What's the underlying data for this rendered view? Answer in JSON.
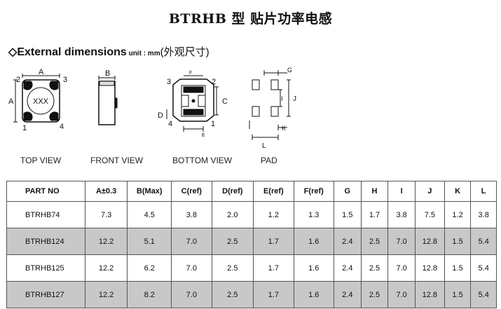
{
  "title": "BTRHB 型  贴片功率电感",
  "section": {
    "symbol": "◇",
    "heading": "External dimensions",
    "unit": " unit : mm",
    "cn": "(外观尺寸)"
  },
  "diagram_labels": {
    "top_a": "A",
    "top_2": "2",
    "top_3": "3",
    "top_1": "1",
    "top_4": "4",
    "top_a_side": "A",
    "top_marking": "XXX",
    "front_b": "B",
    "bottom_3": "3",
    "bottom_2": "2",
    "bottom_f": "F",
    "bottom_c": "C",
    "bottom_d": "D",
    "bottom_4": "4",
    "bottom_1": "1",
    "bottom_e": "E",
    "pad_g": "G",
    "pad_i": "I",
    "pad_j": "J",
    "pad_k": "K",
    "pad_l": "L"
  },
  "views": {
    "top": "TOP VIEW",
    "front": "FRONT VIEW",
    "bottom": "BOTTOM VIEW",
    "pad": "PAD"
  },
  "table": {
    "headers": [
      "PART NO",
      "A±0.3",
      "B(Max)",
      "C(ref)",
      "D(ref)",
      "E(ref)",
      "F(ref)",
      "G",
      "H",
      "I",
      "J",
      "K",
      "L"
    ],
    "rows": [
      [
        "BTRHB74",
        "7.3",
        "4.5",
        "3.8",
        "2.0",
        "1.2",
        "1.3",
        "1.5",
        "1.7",
        "3.8",
        "7.5",
        "1.2",
        "3.8"
      ],
      [
        "BTRHB124",
        "12.2",
        "5.1",
        "7.0",
        "2.5",
        "1.7",
        "1.6",
        "2.4",
        "2.5",
        "7.0",
        "12.8",
        "1.5",
        "5.4"
      ],
      [
        "BTRHB125",
        "12.2",
        "6.2",
        "7.0",
        "2.5",
        "1.7",
        "1.6",
        "2.4",
        "2.5",
        "7.0",
        "12.8",
        "1.5",
        "5.4"
      ],
      [
        "BTRHB127",
        "12.2",
        "8.2",
        "7.0",
        "2.5",
        "1.7",
        "1.6",
        "2.4",
        "2.5",
        "7.0",
        "12.8",
        "1.5",
        "5.4"
      ]
    ],
    "shaded_rows": [
      1,
      3
    ]
  }
}
